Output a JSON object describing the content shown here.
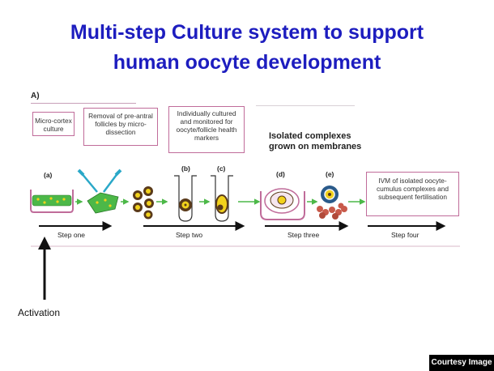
{
  "title": {
    "line1": "Multi-step Culture system to support",
    "line2": "human oocyte development"
  },
  "panel_label": "A)",
  "boxes": {
    "micro_cortex": "Micro-cortex culture",
    "removal": "Removal of pre-antral follicles by micro-dissection",
    "individually": "Individually cultured and monitored for oocyte/follicle health markers",
    "ivm": "IVM of isolated oocyte-cumulus complexes and subsequent fertilisation"
  },
  "isolated_complexes": "Isolated complexes grown on membranes",
  "letters": {
    "a": "(a)",
    "b": "(b)",
    "c": "(c)",
    "d": "(d)",
    "e": "(e)"
  },
  "steps": {
    "one": "Step one",
    "two": "Step two",
    "three": "Step three",
    "four": "Step four"
  },
  "activation": "Activation",
  "courtesy": "Courtesy Image",
  "colors": {
    "title": "#1d1dbf",
    "box_border": "#c06c9a",
    "tissue_green": "#4cb848",
    "follicle_yellow": "#f2d21c",
    "follicle_dark": "#5a3a1a",
    "cumulus_red": "#c85a4a",
    "oocyte_blue": "#2a5a8a"
  }
}
